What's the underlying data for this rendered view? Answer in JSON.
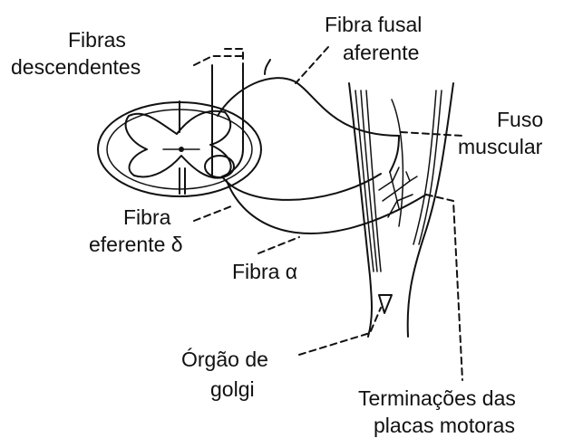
{
  "labels": {
    "fibras_descendentes": [
      "Fibras",
      "descendentes"
    ],
    "fibra_fusal_aferente": [
      "Fibra fusal",
      "aferente"
    ],
    "fuso_muscular": [
      "Fuso",
      "muscular"
    ],
    "fibra_eferente_delta": [
      "Fibra",
      "eferente δ"
    ],
    "fibra_alpha": "Fibra α",
    "orgao_de_golgi": [
      "Órgão de",
      "golgi"
    ],
    "terminacoes_placas_motoras": [
      "Terminações das",
      "placas motoras"
    ]
  }
}
